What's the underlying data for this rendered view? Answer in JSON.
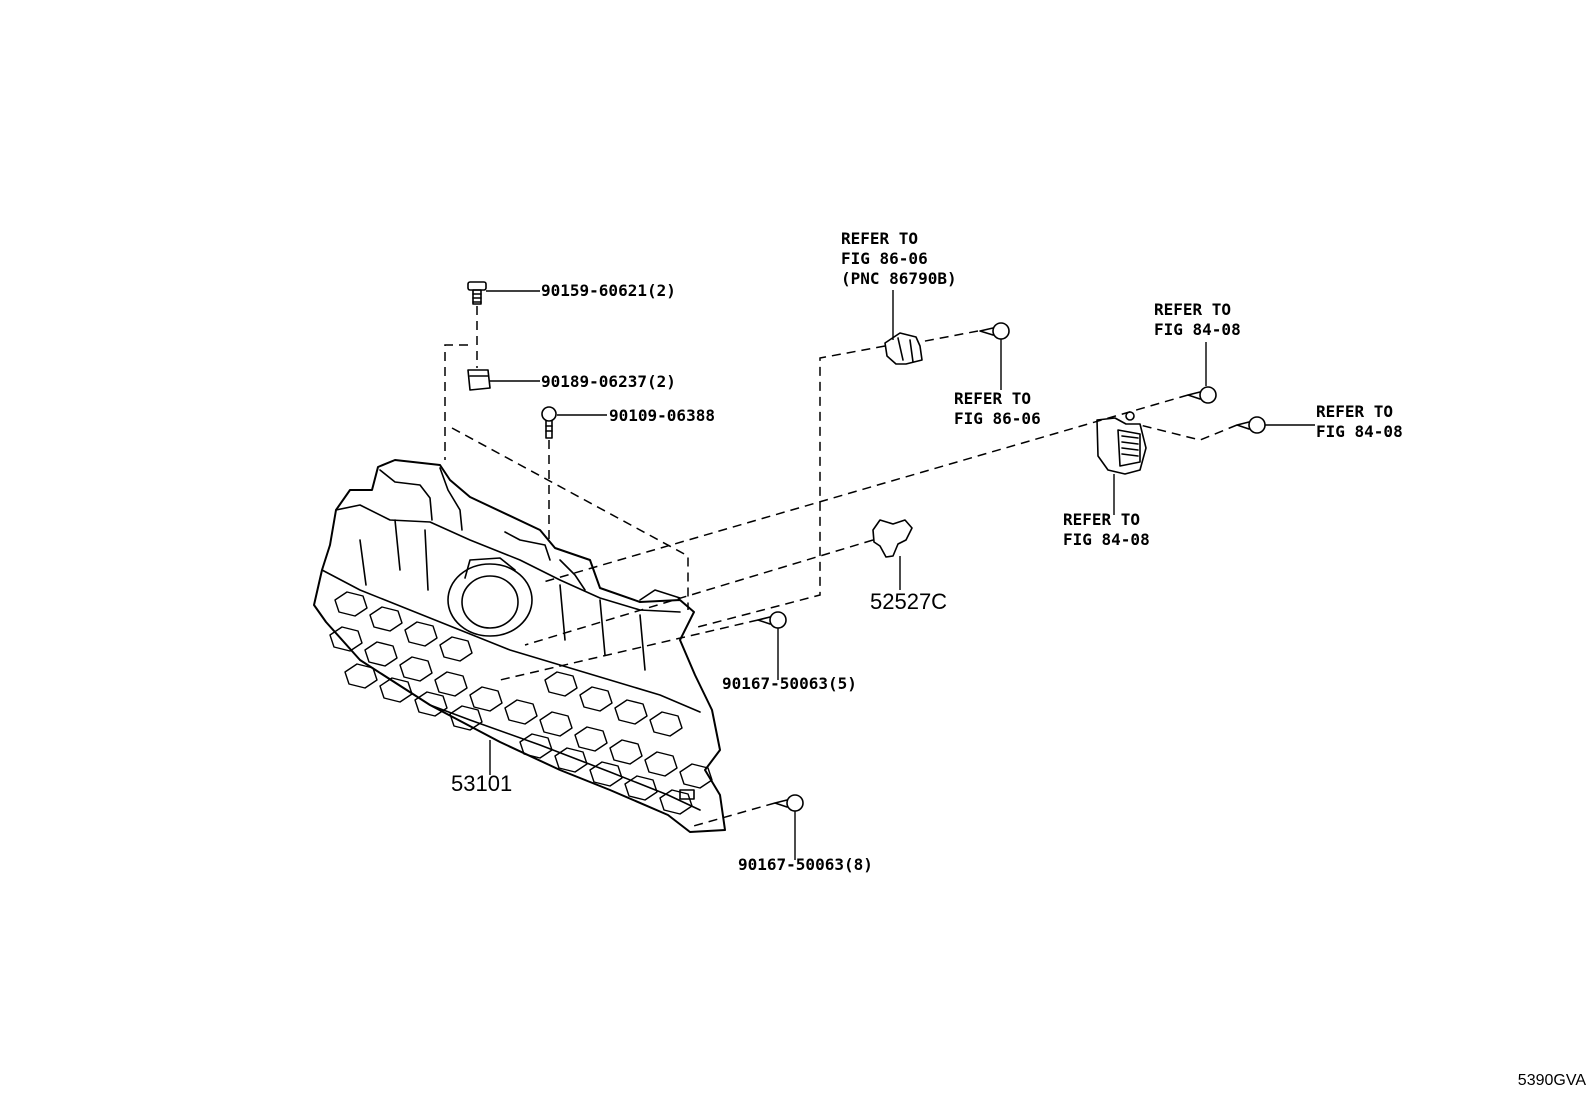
{
  "diagram_code": "5390GVA",
  "parts": {
    "bolt_top": "90159-60621(2)",
    "nut": "90189-06237(2)",
    "screw_mid": "90109-06388",
    "screw_lower": "90167-50063(5)",
    "screw_bottom": "90167-50063(8)",
    "bracket": "52527C",
    "grille_support": "53101"
  },
  "refs": {
    "horn_connector": [
      "REFER TO",
      "FIG 86-06",
      "(PNC 86790B)"
    ],
    "horn_bolt": [
      "REFER TO",
      "FIG 86-06"
    ],
    "sensor_bolt_top": [
      "REFER TO",
      "FIG 84-08"
    ],
    "sensor_bolt_right": [
      "REFER TO",
      "FIG 84-08"
    ],
    "sensor_unit": [
      "REFER TO",
      "FIG 84-08"
    ]
  }
}
